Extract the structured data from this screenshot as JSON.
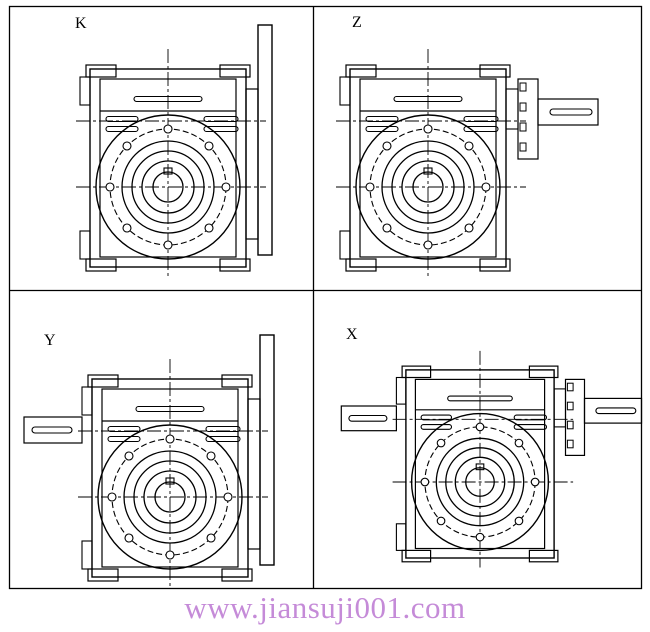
{
  "panels": [
    {
      "id": "K",
      "label": "K",
      "variant": "flange-right"
    },
    {
      "id": "Z",
      "label": "Z",
      "variant": "shaft-right"
    },
    {
      "id": "Y",
      "label": "Y",
      "variant": "flange-right-shaft-left"
    },
    {
      "id": "X",
      "label": "X",
      "variant": "shaft-both"
    }
  ],
  "footer": {
    "website": "www.jiansuji001.com"
  },
  "colors": {
    "line": "#000000",
    "watermark": "#c58bd8",
    "background": "#ffffff"
  }
}
